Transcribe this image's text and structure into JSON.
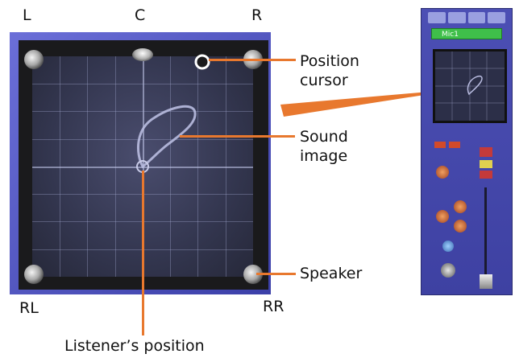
{
  "channels": {
    "left": "L",
    "center": "C",
    "right": "R",
    "rear_left": "RL",
    "rear_right": "RR"
  },
  "callouts": {
    "position_cursor": {
      "line1": "Position",
      "line2": "cursor"
    },
    "sound_image": {
      "line1": "Sound",
      "line2": "image"
    },
    "speaker": "Speaker",
    "listener": "Listener’s position"
  },
  "mini_panel": {
    "channel_name": "Mic1"
  },
  "colors": {
    "callout_line": "#e8782e",
    "frame": "#5558c8",
    "panel_bg": "#33364f",
    "mini_name_bg": "#3fbf4a"
  }
}
